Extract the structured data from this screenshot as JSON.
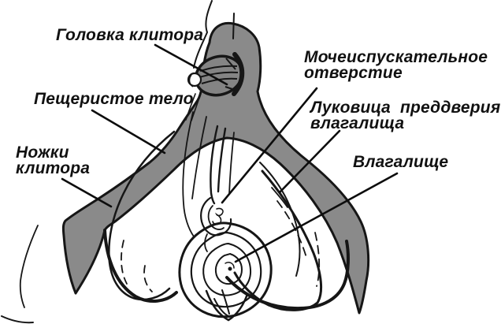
{
  "diagram": {
    "colors": {
      "background": "#ffffff",
      "ink": "#161616",
      "tissue_gray": "#8a8a8a",
      "glans_gray": "#848484"
    },
    "labels": [
      {
        "id": "glans",
        "text": "Головка клитора"
      },
      {
        "id": "corpus",
        "text": "Пещеристое тело"
      },
      {
        "id": "crura",
        "text": "Ножки\nклитора"
      },
      {
        "id": "urethral_opening",
        "text": "Мочеиспускательное\nотверстие"
      },
      {
        "id": "vestibular_bulb",
        "text": "Луковица  преддверия\nвлагалища"
      },
      {
        "id": "vagina",
        "text": "Влагалище"
      }
    ]
  }
}
